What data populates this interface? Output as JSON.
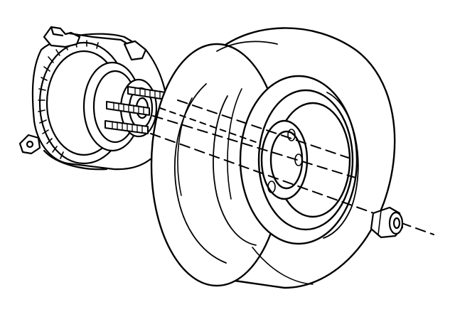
{
  "figure": {
    "background_color": "#ffffff",
    "line_color": "#000000",
    "components": [
      {
        "name": "hub-and-rotor-assembly",
        "icon": "hub-rotor-icon"
      },
      {
        "name": "wheel-stud",
        "icon": "stud-icon"
      },
      {
        "name": "tire-and-wheel-assembly",
        "icon": "tire-icon"
      },
      {
        "name": "wheel-lug-nut",
        "icon": "lug-nut-icon"
      },
      {
        "name": "alignment-centerlines",
        "icon": "dashed-line-icon"
      }
    ]
  }
}
